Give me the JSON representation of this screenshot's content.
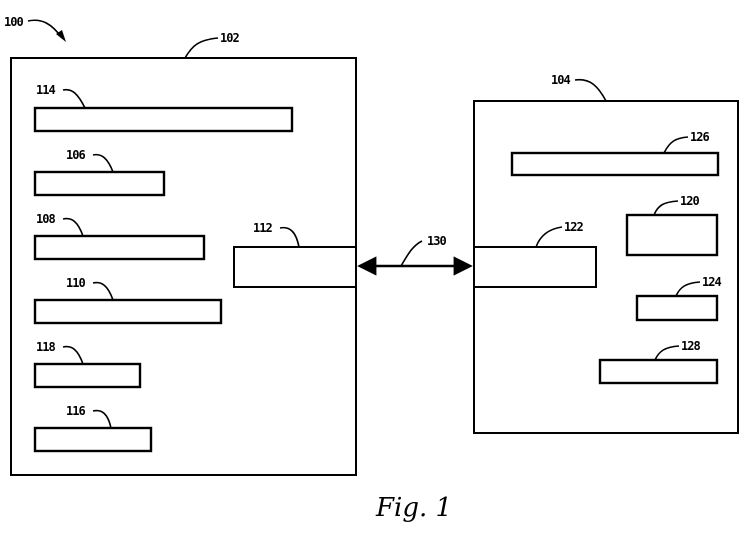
{
  "figure": {
    "caption": "Fig. 1",
    "system_ref": "100"
  },
  "devices": [
    {
      "ref": "102",
      "components": [
        {
          "ref": "114"
        },
        {
          "ref": "106"
        },
        {
          "ref": "108"
        },
        {
          "ref": "110"
        },
        {
          "ref": "118"
        },
        {
          "ref": "116"
        },
        {
          "ref": "112"
        }
      ]
    },
    {
      "ref": "104",
      "components": [
        {
          "ref": "126"
        },
        {
          "ref": "120"
        },
        {
          "ref": "122"
        },
        {
          "ref": "124"
        },
        {
          "ref": "128"
        }
      ]
    }
  ],
  "connection": {
    "ref": "130",
    "from": "112",
    "to": "122",
    "direction": "bidirectional"
  }
}
